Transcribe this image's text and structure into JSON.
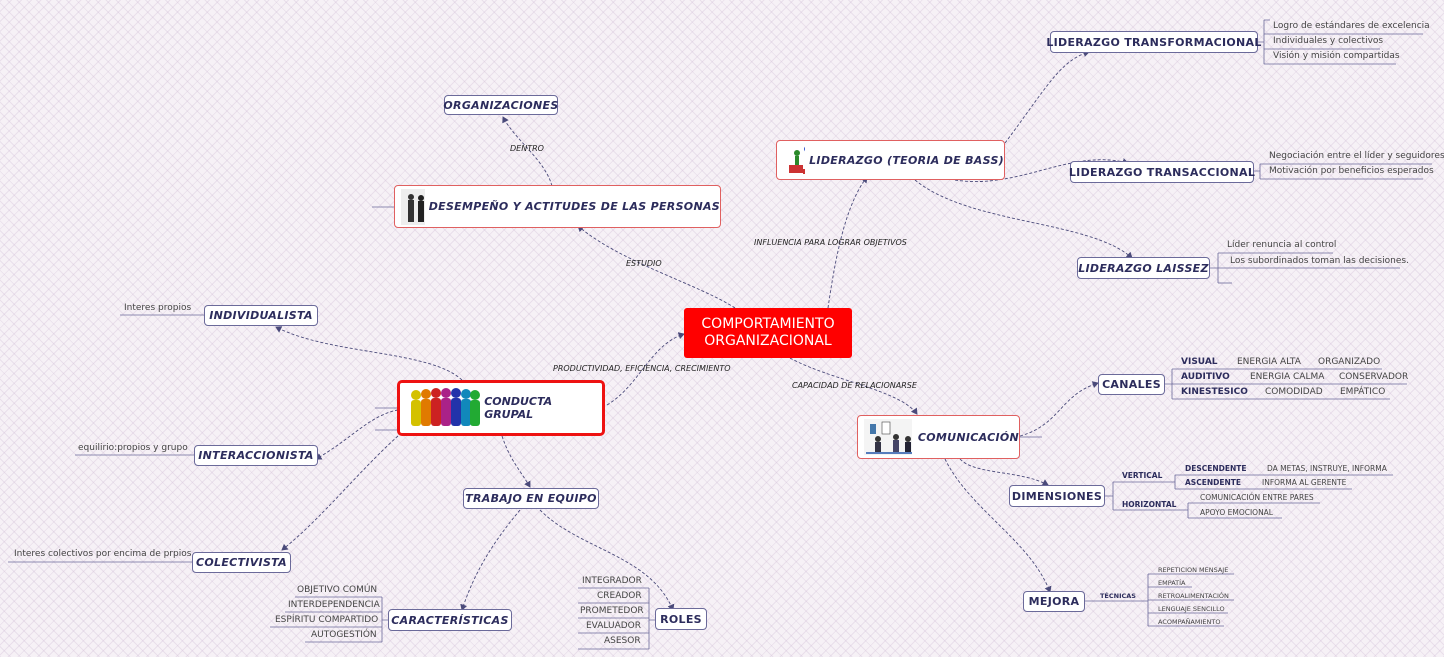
{
  "central": {
    "line1": "COMPORTAMIENTO",
    "line2": "ORGANIZACIONAL"
  },
  "edges": {
    "estudio": "ESTUDIO",
    "dentro": "DENTRO",
    "influencia": "INFLUENCIA PARA LOGRAR OBJETIVOS",
    "productividad": "PRODUCTIVIDAD, EFICIENCIA, CRECIMIENTO",
    "capacidad": "CAPACIDAD DE RELACIONARSE"
  },
  "nodes": {
    "organizaciones": "ORGANIZACIONES",
    "desempeno": "DESEMPEÑO Y ACTITUDES DE LAS PERSONAS",
    "liderazgo": "LIDERAZGO (TEORIA DE BASS)",
    "transformacional": "LIDERAZGO TRANSFORMACIONAL",
    "transaccional": "LIDERAZGO TRANSACCIONAL",
    "laissez": "LIDERAZGO LAISSEZ",
    "individualista": "INDIVIDUALISTA",
    "conducta": "CONDUCTA GRUPAL",
    "interaccionista": "INTERACCIONISTA",
    "colectivista": "COLECTIVISTA",
    "trabajo": "TRABAJO EN EQUIPO",
    "caracteristicas": "CARACTERÍSTICAS",
    "roles": "ROLES",
    "comunicacion": "COMUNICACIÓN",
    "canales": "CANALES",
    "dimensiones": "DIMENSIONES",
    "mejora": "MEJORA"
  },
  "leaves": {
    "transformacional": [
      "Logro de estándares de excelencia",
      "Individuales y colectivos",
      "Visión y misión compartidas"
    ],
    "transaccional": [
      "Negociación entre el líder y seguidores",
      "Motivación por beneficios esperados"
    ],
    "laissez": [
      "Líder renuncia al control",
      "Los subordinados toman las decisiones."
    ],
    "individualista": "Interes propios",
    "interaccionista": "equilirio:propios y grupo",
    "colectivista": "Interes colectivos por encima de prpios",
    "caracteristicas": [
      "OBJETIVO COMÚN",
      "INTERDEPENDENCIA",
      "ESPÍRITU COMPARTIDO",
      "AUTOGESTIÓN"
    ],
    "roles": [
      "INTEGRADOR",
      "CREADOR",
      "PROMETEDOR",
      "EVALUADOR",
      "ASESOR"
    ],
    "canales": [
      {
        "name": "VISUAL",
        "a": "ENERGIA ALTA",
        "b": "ORGANIZADO"
      },
      {
        "name": "AUDITIVO",
        "a": "ENERGIA CALMA",
        "b": "CONSERVADOR"
      },
      {
        "name": "KINESTESICO",
        "a": "COMODIDAD",
        "b": "EMPÁTICO"
      }
    ],
    "dimensiones": {
      "vertical": "VERTICAL",
      "descendente": "DESCENDENTE",
      "descendente_desc": "DA METAS, INSTRUYE, INFORMA",
      "ascendente": "ASCENDENTE",
      "ascendente_desc": "INFORMA AL GERENTE",
      "horizontal": "HORIZONTAL",
      "horizontal_items": [
        "COMUNICACIÓN ENTRE PARES",
        "APOYO EMOCIONAL"
      ]
    },
    "mejora": {
      "tecnicas": "TÉCNICAS",
      "items": [
        "REPETICION MENSAJE",
        "EMPATÍA",
        "RETROALIMENTACIÓN",
        "LENGUAJE SENCILLO",
        "ACOMPAÑAMIENTO"
      ]
    }
  }
}
